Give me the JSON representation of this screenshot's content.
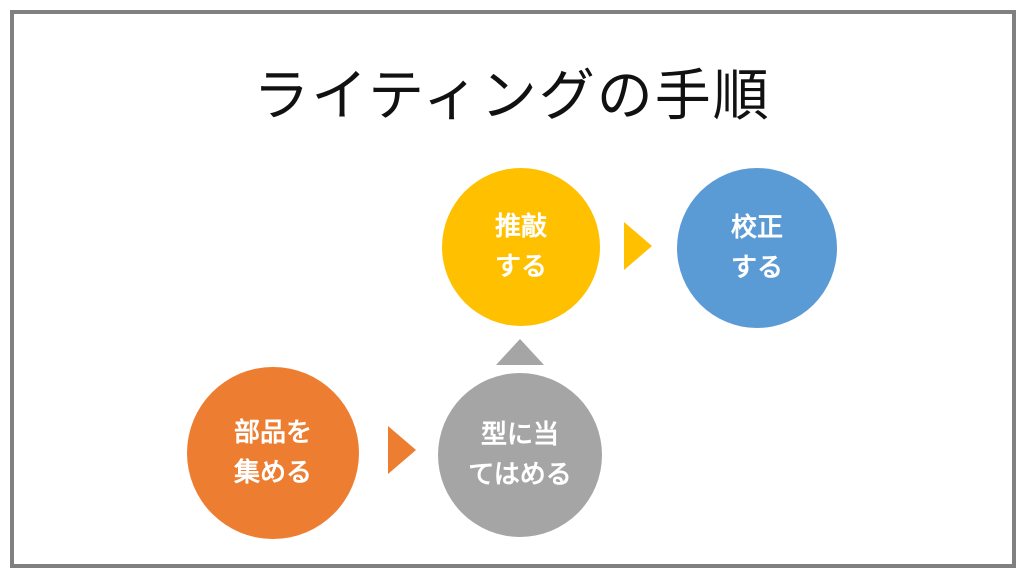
{
  "title": "ライティングの手順",
  "colors": {
    "collect": "#ed7d31",
    "fit": "#a5a5a5",
    "revise": "#ffc000",
    "proofread": "#5b9bd5",
    "frame": "#808080"
  },
  "steps": [
    {
      "line1": "部品を",
      "line2": "集める"
    },
    {
      "line1": "型に当",
      "line2": "てはめる"
    },
    {
      "line1": "推敲",
      "line2": "する"
    },
    {
      "line1": "校正",
      "line2": "する"
    }
  ]
}
